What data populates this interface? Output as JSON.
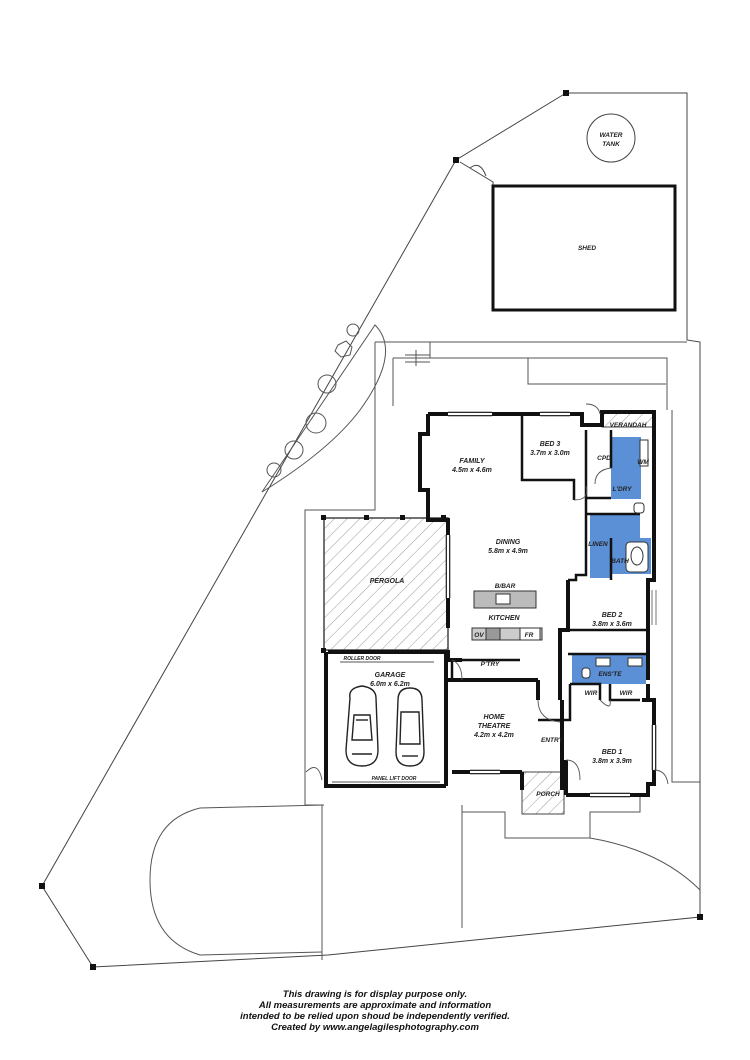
{
  "rooms": {
    "water_tank": [
      "WATER",
      "TANK"
    ],
    "shed": "SHED",
    "verandah": "VERANDAH",
    "family": {
      "name": "FAMILY",
      "dims": "4.5m x 4.6m"
    },
    "bed3": {
      "name": "BED 3",
      "dims": "3.7m x 3.0m"
    },
    "dining": {
      "name": "DINING",
      "dims": "5.8m x 4.9m"
    },
    "pergola": "PERGOLA",
    "kitchen": "KITCHEN",
    "bbar": "B/BAR",
    "ov": "OV",
    "fr": "FR",
    "ldry": "L'DRY",
    "wm": "WM",
    "cpd": "CPD",
    "linen": "LINEN",
    "bath": "BATH",
    "bed2": {
      "name": "BED 2",
      "dims": "3.8m x 3.6m"
    },
    "ensuite": "ENS'TE",
    "wir1": "WIR",
    "wir2": "WIR",
    "ptry": "P'TRY",
    "garage": {
      "name": "GARAGE",
      "dims": "6.0m x 6.2m"
    },
    "roller_door": "ROLLER DOOR",
    "panel_door": "PANEL LIFT DOOR",
    "home_theatre": {
      "name": [
        "HOME",
        "THEATRE"
      ],
      "dims": "4.2m x 4.2m"
    },
    "entry": "ENTRY",
    "bed1": {
      "name": "BED 1",
      "dims": "3.8m x 3.9m"
    },
    "porch": "PORCH"
  },
  "colors": {
    "wet_area": "#5b8fd6",
    "wall": "#111111",
    "line": "#444444"
  },
  "disclaimer": [
    "This drawing is for display purpose only.",
    "All measurements are approximate and information",
    "intended to be relied upon shoud be independently verified.",
    "Created by www.angelagilesphotography.com"
  ]
}
